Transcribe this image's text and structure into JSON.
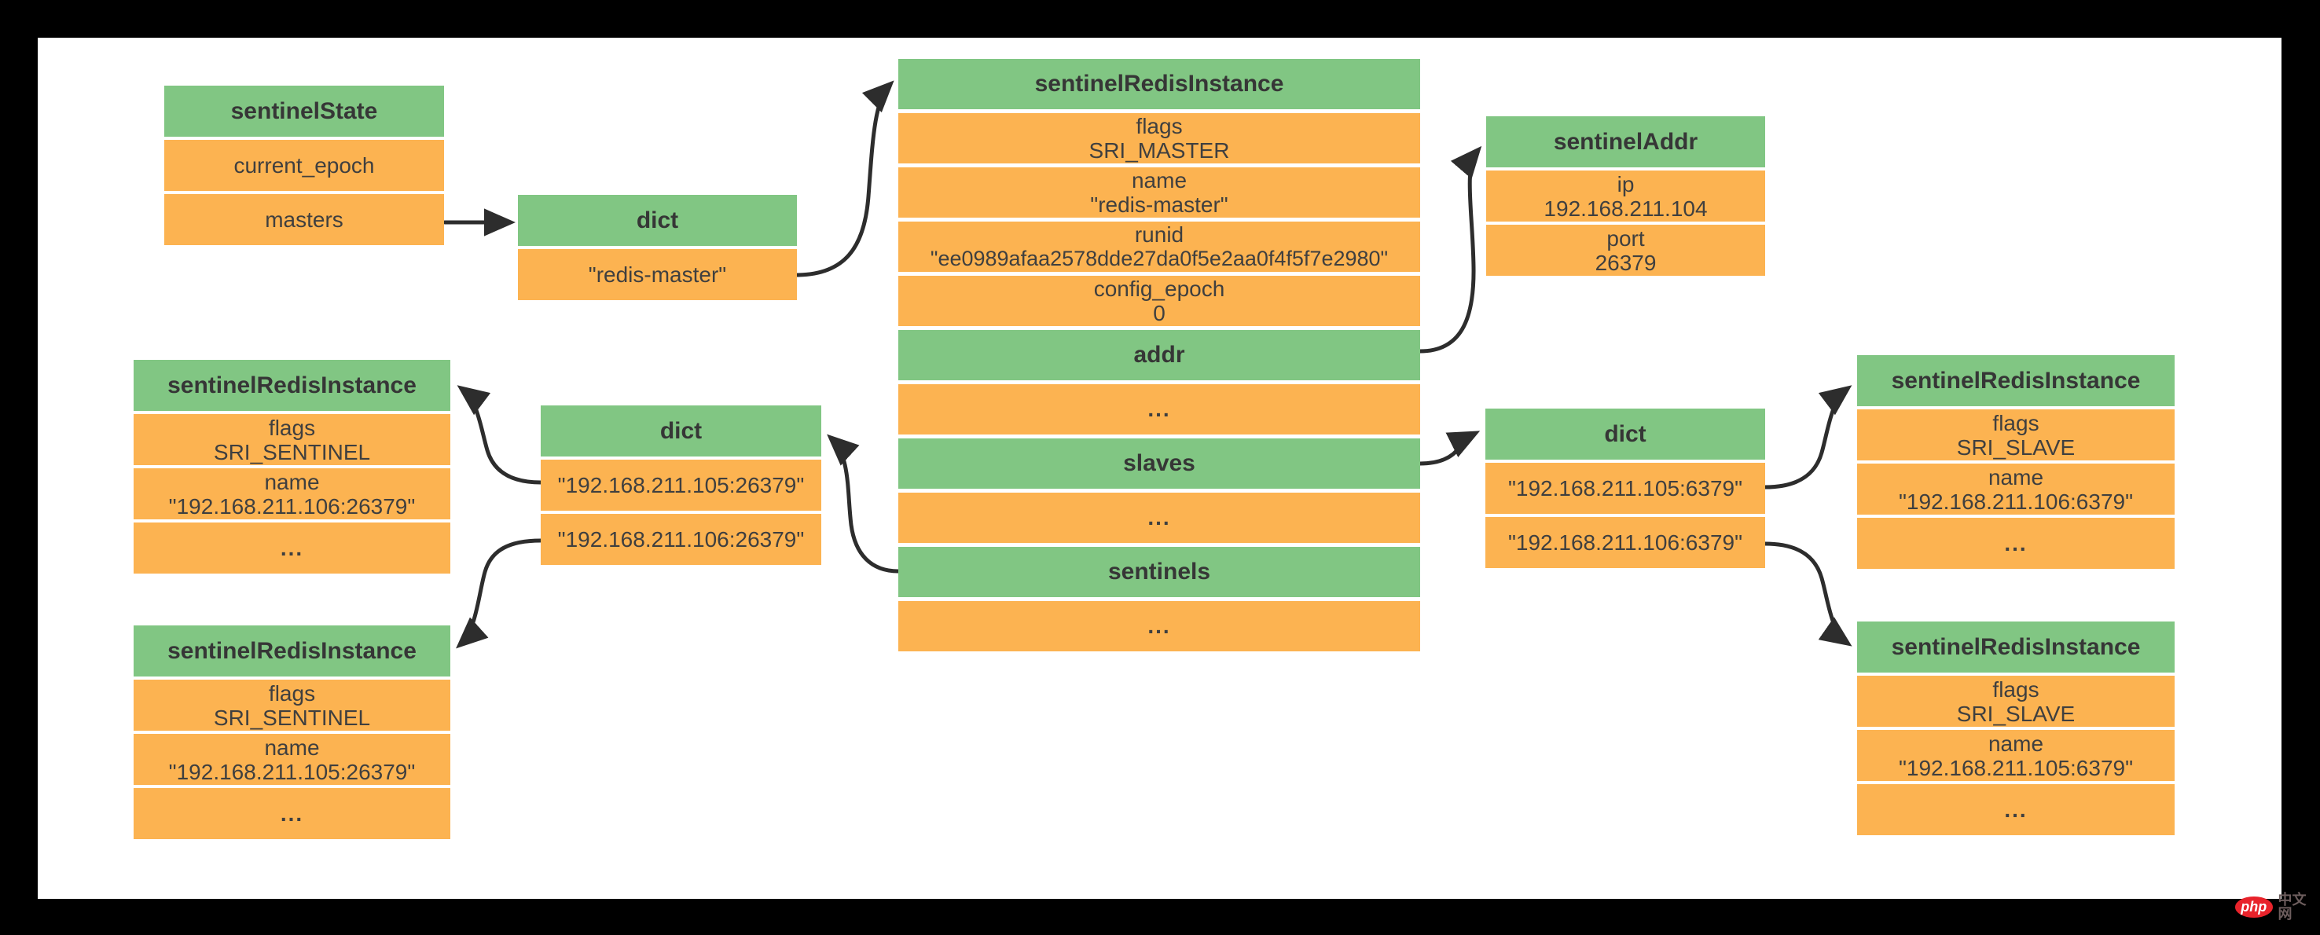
{
  "colors": {
    "header_green": "#81c683",
    "cell_orange": "#fcb351",
    "text": "#3f3f3f",
    "connector_black": "#2d2d2d",
    "watermark_red": "#e8232b"
  },
  "boxes": {
    "sentinelState": {
      "title": "sentinelState",
      "rows": {
        "current_epoch": "current_epoch",
        "masters": "masters"
      }
    },
    "dictMasters": {
      "title": "dict",
      "rows": {
        "key": "\"redis-master\""
      }
    },
    "masterInstance": {
      "title": "sentinelRedisInstance",
      "flags": {
        "l1": "flags",
        "l2": "SRI_MASTER"
      },
      "name": {
        "l1": "name",
        "l2": "\"redis-master\""
      },
      "runid": {
        "l1": "runid",
        "l2": "\"ee0989afaa2578dde27da0f5e2aa0f4f5f7e2980\""
      },
      "config_epoch": {
        "l1": "config_epoch",
        "l2": "0"
      },
      "addr": {
        "label": "addr",
        "value": "..."
      },
      "slaves": {
        "label": "slaves",
        "value": "..."
      },
      "sentinels": {
        "label": "sentinels",
        "value": "..."
      }
    },
    "sentinelAddr": {
      "title": "sentinelAddr",
      "ip": {
        "l1": "ip",
        "l2": "192.168.211.104"
      },
      "port": {
        "l1": "port",
        "l2": "26379"
      }
    },
    "dictSentinels": {
      "title": "dict",
      "rows": {
        "r1": "\"192.168.211.105:26379\"",
        "r2": "\"192.168.211.106:26379\""
      }
    },
    "sentinelInstance106": {
      "title": "sentinelRedisInstance",
      "flags": {
        "l1": "flags",
        "l2": "SRI_SENTINEL"
      },
      "name": {
        "l1": "name",
        "l2": "\"192.168.211.106:26379\""
      },
      "more": "..."
    },
    "sentinelInstance105": {
      "title": "sentinelRedisInstance",
      "flags": {
        "l1": "flags",
        "l2": "SRI_SENTINEL"
      },
      "name": {
        "l1": "name",
        "l2": "\"192.168.211.105:26379\""
      },
      "more": "..."
    },
    "dictSlaves": {
      "title": "dict",
      "rows": {
        "r1": "\"192.168.211.105:6379\"",
        "r2": "\"192.168.211.106:6379\""
      }
    },
    "slaveInstance106": {
      "title": "sentinelRedisInstance",
      "flags": {
        "l1": "flags",
        "l2": "SRI_SLAVE"
      },
      "name": {
        "l1": "name",
        "l2": "\"192.168.211.106:6379\""
      },
      "more": "..."
    },
    "slaveInstance105": {
      "title": "sentinelRedisInstance",
      "flags": {
        "l1": "flags",
        "l2": "SRI_SLAVE"
      },
      "name": {
        "l1": "name",
        "l2": "\"192.168.211.105:6379\""
      },
      "more": "..."
    }
  },
  "watermark": {
    "logo": "php",
    "suffix": "中文网"
  }
}
